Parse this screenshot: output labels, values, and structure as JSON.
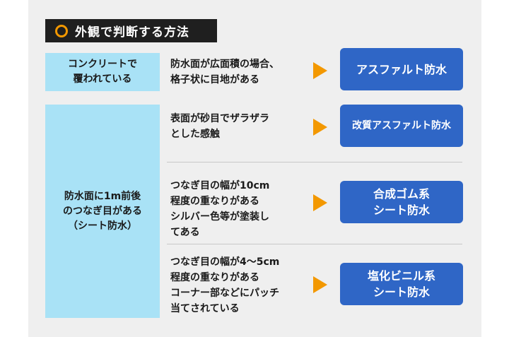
{
  "title": "外観で判断する方法",
  "categories": [
    {
      "lines": [
        "コンクリートで",
        "覆われている"
      ]
    },
    {
      "lines": [
        "防水面に1m前後",
        "のつなぎ目がある",
        "（シート防水）"
      ]
    }
  ],
  "rows": [
    {
      "desc": [
        "防水面が広面積の場合、",
        "格子状に目地がある"
      ],
      "result": [
        "アスファルト防水"
      ]
    },
    {
      "desc": [
        "表面が砂目でザラザラ",
        "とした感触"
      ],
      "result": [
        "改質アスファルト防水"
      ]
    },
    {
      "desc": [
        "つなぎ目の幅が10cm",
        "程度の重なりがある",
        "シルバー色等が塗装し",
        "てある"
      ],
      "result": [
        "合成ゴム系",
        "シート防水"
      ]
    },
    {
      "desc": [
        "つなぎ目の幅が4〜5cm",
        "程度の重なりがある",
        "コーナー部などにパッチ",
        "当てされている"
      ],
      "result": [
        "塩化ビニル系",
        "シート防水"
      ]
    }
  ],
  "colors": {
    "accent": "#f39800",
    "result_bg": "#2f66c6",
    "category_bg": "#a9e2f6",
    "panel_bg": "#efefef",
    "title_bg": "#1f1f1f"
  }
}
